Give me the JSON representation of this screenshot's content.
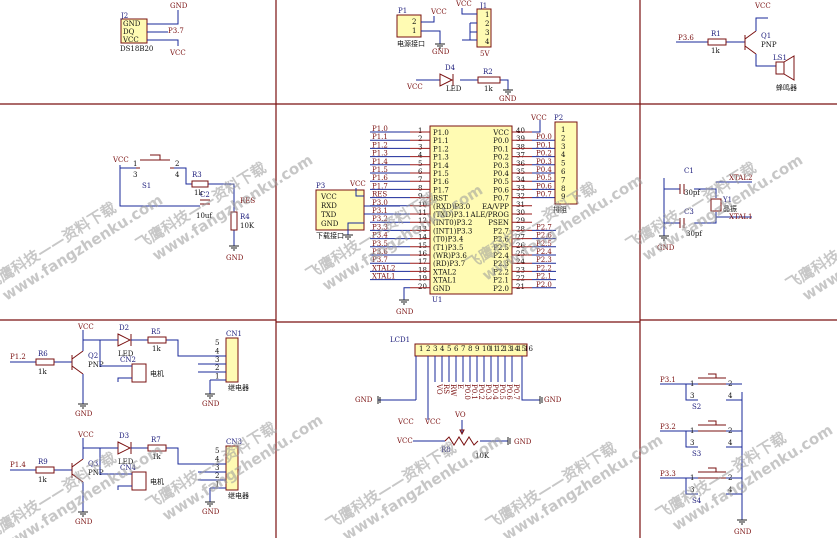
{
  "watermark": {
    "line1": "飞鹰科技——资料下载",
    "line2": "www.fangzhenku.com"
  },
  "labels": {
    "vcc": "VCC",
    "gnd": "GND",
    "j2": {
      "ref": "J2",
      "name": "DS18B20",
      "pins": [
        "GND",
        "DQ",
        "VCC"
      ],
      "net": "P3.7"
    },
    "p1": {
      "ref": "P1",
      "name": "电源接口",
      "pins": [
        "2",
        "1"
      ]
    },
    "j1": {
      "ref": "J1",
      "name": "5V",
      "pins": [
        "1",
        "2",
        "3",
        "4"
      ]
    },
    "d4": {
      "ref": "D4",
      "name": "LED"
    },
    "r2": {
      "ref": "R2",
      "value": "1k"
    },
    "q1": {
      "ref": "Q1",
      "type": "PNP",
      "net": "P3.6"
    },
    "r1": {
      "ref": "R1",
      "value": "1k"
    },
    "ls1": {
      "ref": "LS1",
      "name": "蜂鸣器"
    },
    "s1": {
      "ref": "S1",
      "pins": [
        "1",
        "2",
        "3",
        "4"
      ]
    },
    "r3": {
      "ref": "R3",
      "value": "1k"
    },
    "c2": {
      "ref": "C2",
      "value": "10uf"
    },
    "r4": {
      "ref": "R4",
      "value": "10K"
    },
    "res": "RES",
    "p3": {
      "ref": "P3",
      "name": "下载接口",
      "pins": [
        "VCC",
        "RXD",
        "TXD",
        "GND"
      ]
    },
    "u1": {
      "ref": "U1",
      "left_nets": [
        "P1.0",
        "P1.1",
        "P1.2",
        "P1.3",
        "P1.4",
        "P1.5",
        "P1.6",
        "P1.7",
        "RES",
        "P3.0",
        "P3.1",
        "P3.2",
        "P3.3",
        "P3.4",
        "P3.5",
        "P3.6",
        "P3.7",
        "XTAL2",
        "XTAL1"
      ],
      "left_pins": [
        "P1.0",
        "P1.1",
        "P1.2",
        "P1.3",
        "P1.4",
        "P1.5",
        "P1.6",
        "P1.7",
        "RST",
        "(RXD)P3.0",
        "(TXD)P3.1",
        "(INT0)P3.2",
        "(INT1)P3.3",
        "(T0)P3.4",
        "(T1)P3.5",
        "(WR)P3.6",
        "(RD)P3.7",
        "XTAL2",
        "XTAL1",
        "GND"
      ],
      "left_nums": [
        "1",
        "2",
        "3",
        "4",
        "5",
        "6",
        "7",
        "8",
        "9",
        "10",
        "11",
        "12",
        "13",
        "14",
        "15",
        "16",
        "17",
        "18",
        "19",
        "20"
      ],
      "right_pins": [
        "VCC",
        "P0.0",
        "P0.1",
        "P0.2",
        "P0.3",
        "P0.4",
        "P0.5",
        "P0.6",
        "P0.7",
        "EA/VPP",
        "ALE/PROG",
        "PSEN",
        "P2.7",
        "P2.6",
        "P2.5",
        "P2.4",
        "P2.3",
        "P2.2",
        "P2.1",
        "P2.0"
      ],
      "right_nums": [
        "40",
        "39",
        "38",
        "37",
        "36",
        "35",
        "34",
        "33",
        "32",
        "31",
        "30",
        "29",
        "28",
        "27",
        "26",
        "25",
        "24",
        "23",
        "22",
        "21"
      ],
      "right_nets": [
        "",
        "P0.0",
        "P0.1",
        "P0.2",
        "P0.3",
        "P0.4",
        "P0.5",
        "P0.6",
        "P0.7",
        "",
        "",
        "",
        "P2.7",
        "P2.6",
        "P2.5",
        "P2.4",
        "P2.3",
        "P2.2",
        "P2.1",
        "P2.0"
      ]
    },
    "p2": {
      "ref": "P2",
      "name": "排阻",
      "pins": [
        "1",
        "2",
        "3",
        "4",
        "5",
        "6",
        "7",
        "8",
        "9"
      ]
    },
    "c1": {
      "ref": "C1",
      "value": "30pf"
    },
    "c3": {
      "ref": "C3",
      "value": "30pf"
    },
    "y1": {
      "ref": "Y1",
      "name": "晶振"
    },
    "xtal2": "XTAL2",
    "xtal1": "XTAL1",
    "relay1": {
      "q": "Q2",
      "d": "D2",
      "r": "R5",
      "rb": "R6",
      "cn": "CN2",
      "cn3": "CN1",
      "net": "P1.2"
    },
    "relay2": {
      "q": "Q3",
      "d": "D3",
      "r": "R7",
      "rb": "R9",
      "cn": "CN4",
      "cn3": "CN3",
      "net": "P1.4"
    },
    "k1k": "1k",
    "pnp": "PNP",
    "led": "LED",
    "motor": "电机",
    "relay": "继电器",
    "lcd": {
      "ref": "LCD1",
      "nums": [
        "1",
        "2",
        "3",
        "4",
        "5",
        "6",
        "7",
        "8",
        "9",
        "10",
        "11",
        "12",
        "13",
        "14",
        "15",
        "16"
      ],
      "nets": [
        "VO",
        "RS",
        "RW",
        "E",
        "P0.0",
        "P0.1",
        "P0.2",
        "P0.3",
        "P0.4",
        "P0.5",
        "P0.6",
        "P0.7",
        "",
        "",
        ""
      ]
    },
    "r8": {
      "ref": "R8",
      "value": "10K",
      "wiper": "VO"
    },
    "buttons": [
      {
        "ref": "S2",
        "net": "P3.1"
      },
      {
        "ref": "S3",
        "net": "P3.2"
      },
      {
        "ref": "S4",
        "net": "P3.3"
      }
    ]
  }
}
